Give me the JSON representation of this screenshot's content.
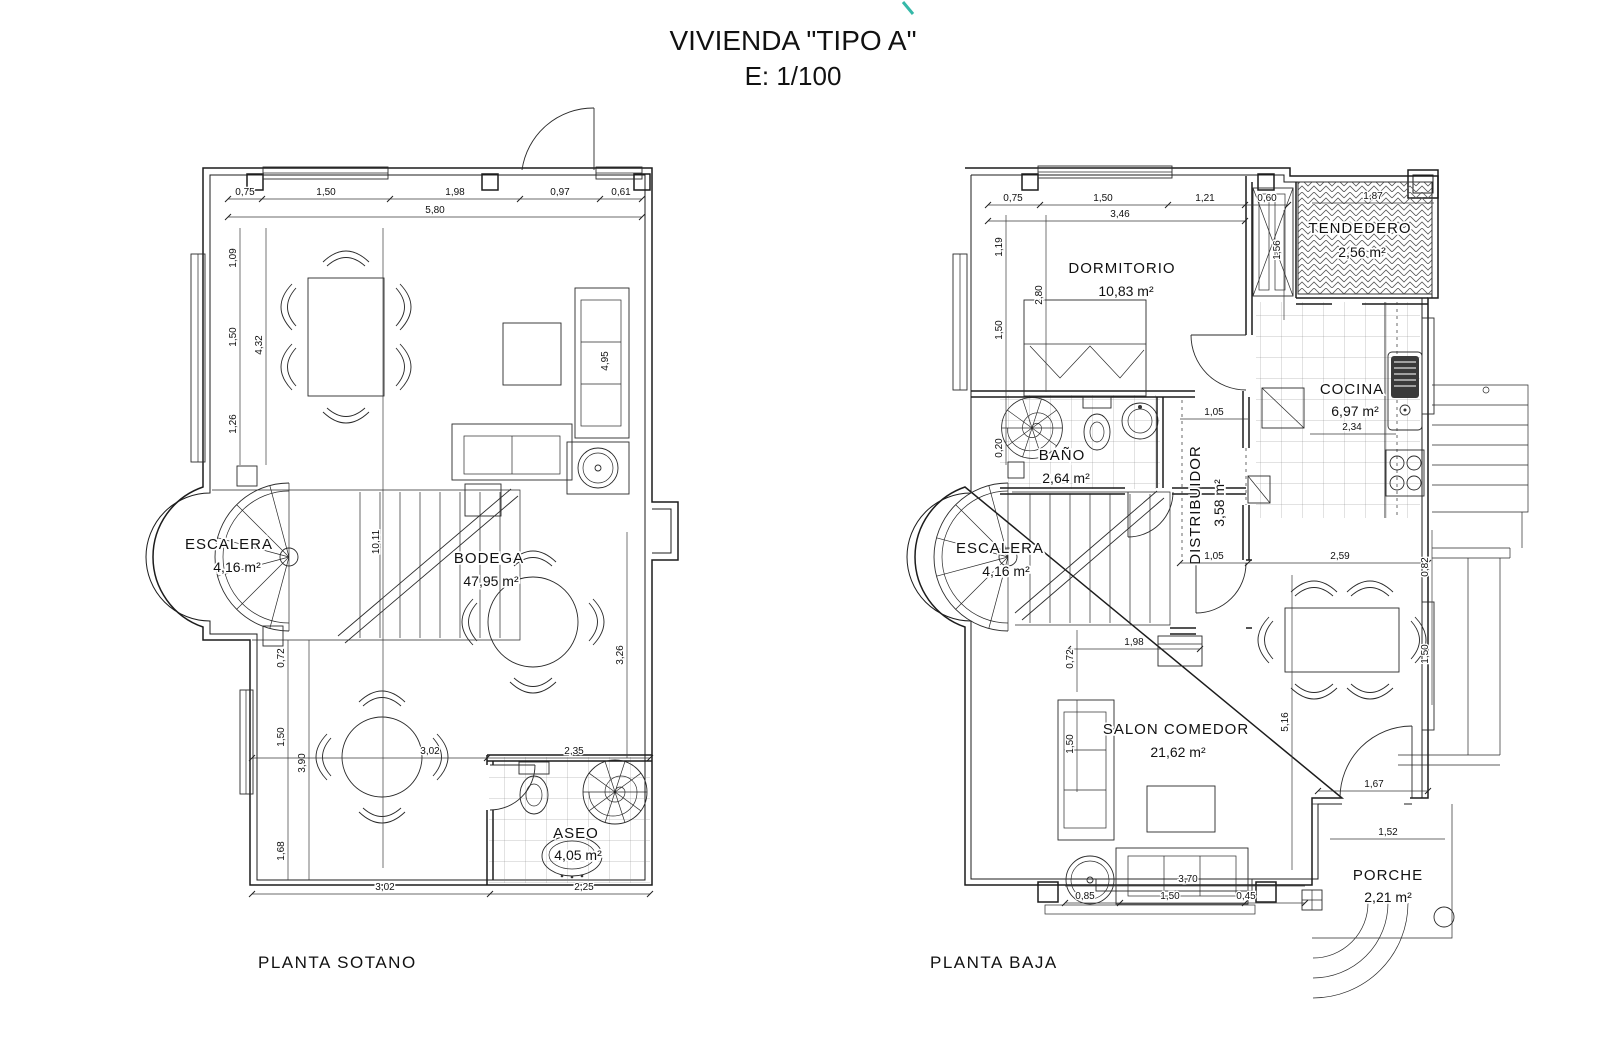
{
  "title": {
    "line1": "VIVIENDA \"TIPO A\"",
    "line2": "E: 1/100"
  },
  "sotano": {
    "label": "PLANTA SOTANO",
    "rooms": {
      "escalera": {
        "name": "ESCALERA",
        "area": "4,16 m²"
      },
      "bodega": {
        "name": "BODEGA",
        "area": "47,95 m²"
      },
      "aseo": {
        "name": "ASEO",
        "area": "4,05 m²"
      }
    },
    "dims": {
      "d075": "0,75",
      "d150a": "1,50",
      "d198": "1,98",
      "d097": "0,97",
      "d061": "0,61",
      "d580": "5,80",
      "d109": "1,09",
      "d150b": "1,50",
      "d126": "1,26",
      "d432": "4,32",
      "d1011": "10,11",
      "d072": "0,72",
      "d150c": "1,50",
      "d168": "1,68",
      "d390": "3,90",
      "d302a": "3,02",
      "d235": "2,35",
      "d302b": "3,02",
      "d225": "2,25",
      "d326": "3,26",
      "d495": "4,95"
    }
  },
  "baja": {
    "label": "PLANTA BAJA",
    "rooms": {
      "dormitorio": {
        "name": "DORMITORIO",
        "area": "10,83 m²"
      },
      "tendedero": {
        "name": "TENDEDERO",
        "area": "2,56 m²"
      },
      "cocina": {
        "name": "COCINA",
        "area": "6,97 m²"
      },
      "bano": {
        "name": "BAÑO",
        "area": "2,64 m²"
      },
      "distribuidor": {
        "name": "DISTRIBUIDOR",
        "area": "3,58 m²"
      },
      "escalera": {
        "name": "ESCALERA",
        "area": "4,16 m²"
      },
      "salon": {
        "name": "SALON COMEDOR",
        "area": "21,62 m²"
      },
      "porche": {
        "name": "PORCHE",
        "area": "2,21 m²"
      }
    },
    "dims": {
      "d075": "0,75",
      "d150a": "1,50",
      "d121": "1,21",
      "d060": "0,60",
      "d346": "3,46",
      "d187": "1,87",
      "d119": "1,19",
      "d150b": "1,50",
      "d020": "0,20",
      "d280": "2,80",
      "d156": "1,56",
      "d105a": "1,05",
      "d105b": "1,05",
      "d234": "2,34",
      "d259": "2,59",
      "d082": "0,82",
      "d150c": "1,50",
      "d516": "5,16",
      "d198": "1,98",
      "d072": "0,72",
      "d150d": "1,50",
      "d370": "3,70",
      "d150e": "1,50",
      "d085": "0,85",
      "d045": "0,45",
      "d167": "1,67",
      "d152": "1,52"
    }
  }
}
